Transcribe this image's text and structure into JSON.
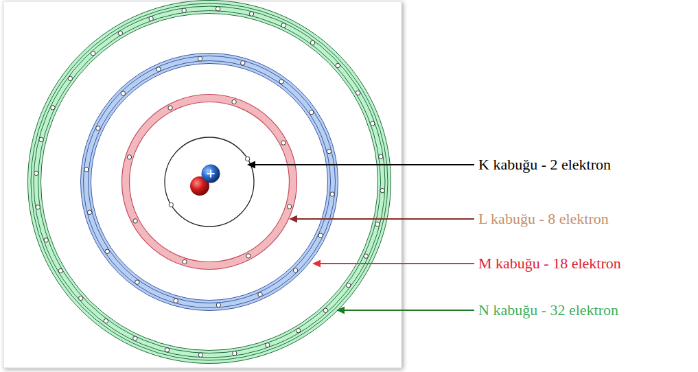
{
  "diagram": {
    "labels": [
      "K kabuğu - 2 elektron",
      "L kabuğu - 8 elektron",
      "M kabuğu - 18 elektron",
      "N kabuğu - 32 elektron"
    ]
  }
}
